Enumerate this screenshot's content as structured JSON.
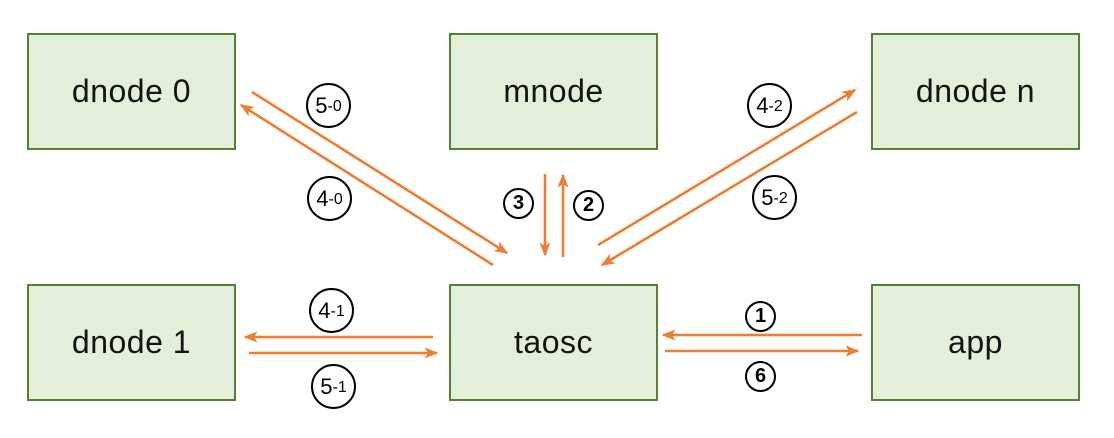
{
  "diagram": {
    "description": "TDengine typical data flow diagram between app, taosc, mnode and dnodes",
    "colors": {
      "node_fill": "#e3efd9",
      "node_border": "#548235",
      "arrow": "#ed7d31",
      "edge_label_border": "#000000",
      "edge_label_background": "#ffffff",
      "text": "#141414"
    },
    "nodes": {
      "dnode0": {
        "label": "dnode 0"
      },
      "mnode": {
        "label": "mnode"
      },
      "dnoden": {
        "label": "dnode n"
      },
      "dnode1": {
        "label": "dnode 1"
      },
      "taosc": {
        "label": "taosc"
      },
      "app": {
        "label": "app"
      }
    },
    "edge_labels": {
      "e1": {
        "main": "1"
      },
      "e2": {
        "main": "2"
      },
      "e3": {
        "main": "3"
      },
      "e6": {
        "main": "6"
      },
      "e4_0": {
        "main": "4",
        "suffix": "-0"
      },
      "e5_0": {
        "main": "5",
        "suffix": "-0"
      },
      "e4_1": {
        "main": "4",
        "suffix": "-1"
      },
      "e5_1": {
        "main": "5",
        "suffix": "-1"
      },
      "e4_2": {
        "main": "4",
        "suffix": "-2"
      },
      "e5_2": {
        "main": "5",
        "suffix": "-2"
      }
    },
    "edges": [
      {
        "label": "1",
        "from": "app",
        "to": "taosc"
      },
      {
        "label": "2",
        "from": "taosc",
        "to": "mnode"
      },
      {
        "label": "3",
        "from": "mnode",
        "to": "taosc"
      },
      {
        "label": "4-0",
        "from": "taosc",
        "to": "dnode 0"
      },
      {
        "label": "5-0",
        "from": "dnode 0",
        "to": "taosc"
      },
      {
        "label": "4-1",
        "from": "taosc",
        "to": "dnode 1"
      },
      {
        "label": "5-1",
        "from": "dnode 1",
        "to": "taosc"
      },
      {
        "label": "4-2",
        "from": "taosc",
        "to": "dnode n"
      },
      {
        "label": "5-2",
        "from": "dnode n",
        "to": "taosc"
      },
      {
        "label": "6",
        "from": "taosc",
        "to": "app"
      }
    ]
  }
}
